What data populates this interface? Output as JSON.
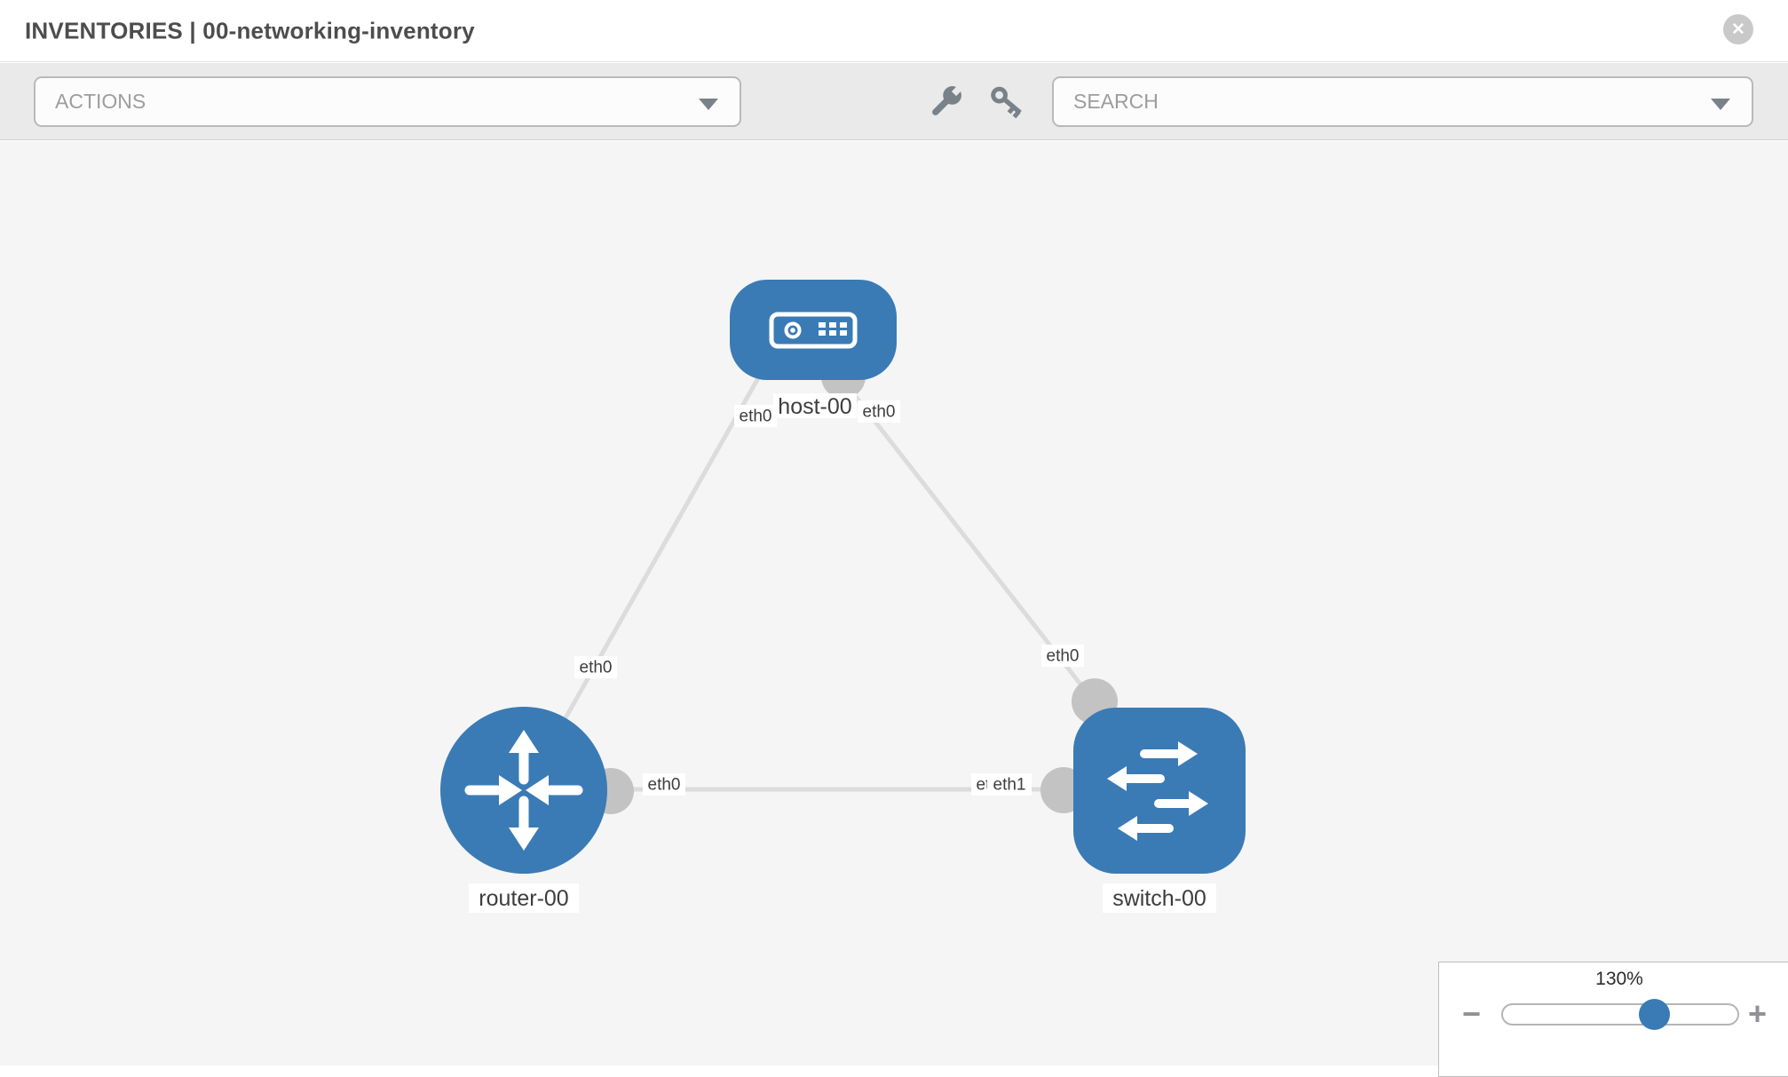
{
  "header": {
    "title": "INVENTORIES | 00-networking-inventory"
  },
  "toolbar": {
    "actions_label": "ACTIONS",
    "search_label": "SEARCH"
  },
  "icons": {
    "close": "✕"
  },
  "topology": {
    "nodes": [
      {
        "label": "host-00",
        "type": "host"
      },
      {
        "label": "router-00",
        "type": "router"
      },
      {
        "label": "switch-00",
        "type": "switch"
      }
    ],
    "links": [
      {
        "from": "host-00",
        "from_interface": "eth0",
        "to": "router-00",
        "to_interface": "eth0"
      },
      {
        "from": "host-00",
        "from_interface": "eth0",
        "to": "switch-00",
        "to_interface": "eth0"
      },
      {
        "from": "router-00",
        "from_interface": "eth0",
        "to": "switch-00",
        "to_interface": "eth1"
      }
    ]
  },
  "zoom_control": {
    "level": "130%",
    "minus_label": "−",
    "plus_label": "+"
  },
  "colors": {
    "node_blue": "#3a7bb5",
    "link_gray": "#dcdcdc",
    "port_gray": "#c3c3c3",
    "canvas_bg": "#f5f5f6"
  }
}
